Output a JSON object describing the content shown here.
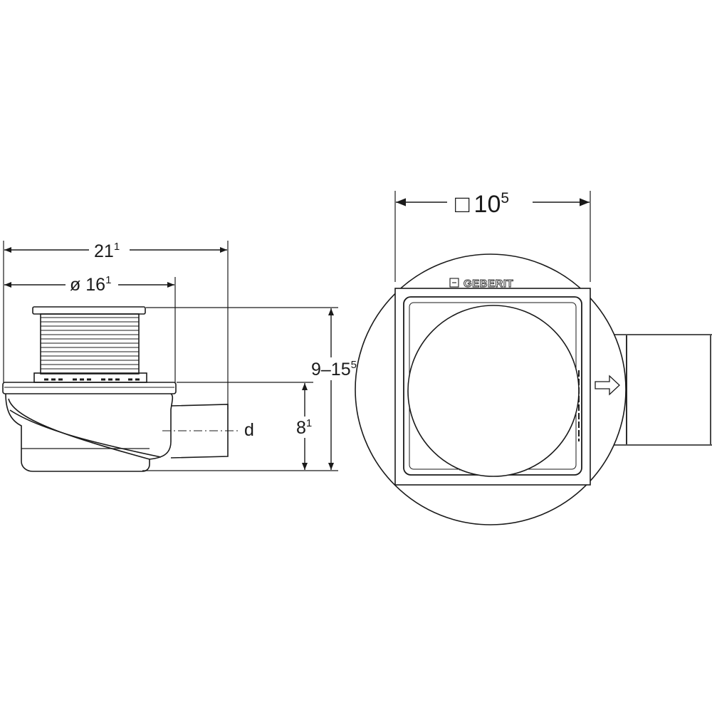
{
  "side_view": {
    "overall_width": {
      "main": "21",
      "sup": "1"
    },
    "diameter": {
      "prefix": "ø",
      "main": "16",
      "sup": "1"
    },
    "total_height": {
      "main": "9–15",
      "sup": "5"
    },
    "body_height": {
      "main": "8",
      "sup": "1"
    },
    "outlet_label": "d"
  },
  "top_view": {
    "grate_size": {
      "symbol": "□",
      "main": "10",
      "sup": "5"
    },
    "brand": "GEBERIT"
  },
  "colors": {
    "line": "#1a1a1a",
    "background": "#ffffff"
  }
}
